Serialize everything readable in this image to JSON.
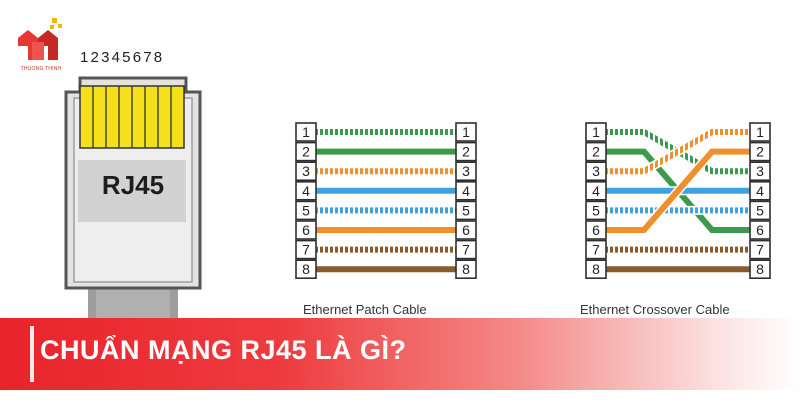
{
  "logo": {
    "caption": "THUONG THINH",
    "colors": [
      "#e53935",
      "#f5b400",
      "#c62828"
    ]
  },
  "connector": {
    "pin_numbers": "12345678",
    "label": "RJ45",
    "body_color": "#e4e4e4",
    "contact_color": "#f5e11b",
    "cable_color": "#9e9e9e"
  },
  "wire_pins": [
    "1",
    "2",
    "3",
    "4",
    "5",
    "6",
    "7",
    "8"
  ],
  "wire_colors": {
    "green": "#3c9a4c",
    "orange": "#ef8f2d",
    "blue": "#3fa2e0",
    "brown": "#8a5a2b",
    "white_stripe": "#ffffff"
  },
  "patch_cable": {
    "caption": "Ethernet Patch Cable",
    "left_order": [
      "wg",
      "g",
      "wo",
      "b",
      "wb",
      "o",
      "wbr",
      "br"
    ],
    "right_order": [
      "wg",
      "g",
      "wo",
      "b",
      "wb",
      "o",
      "wbr",
      "br"
    ]
  },
  "crossover_cable": {
    "caption": "Ethernet Crossover Cable",
    "left_order": [
      "wg",
      "g",
      "wo",
      "b",
      "wb",
      "o",
      "wbr",
      "br"
    ],
    "right_order": [
      "wo",
      "o",
      "wg",
      "b",
      "wb",
      "g",
      "wbr",
      "br"
    ]
  },
  "banner": {
    "title": "CHUẨN MẠNG RJ45 LÀ GÌ?",
    "gradient_start": "#e8232b",
    "gradient_end": "#ffffff"
  }
}
